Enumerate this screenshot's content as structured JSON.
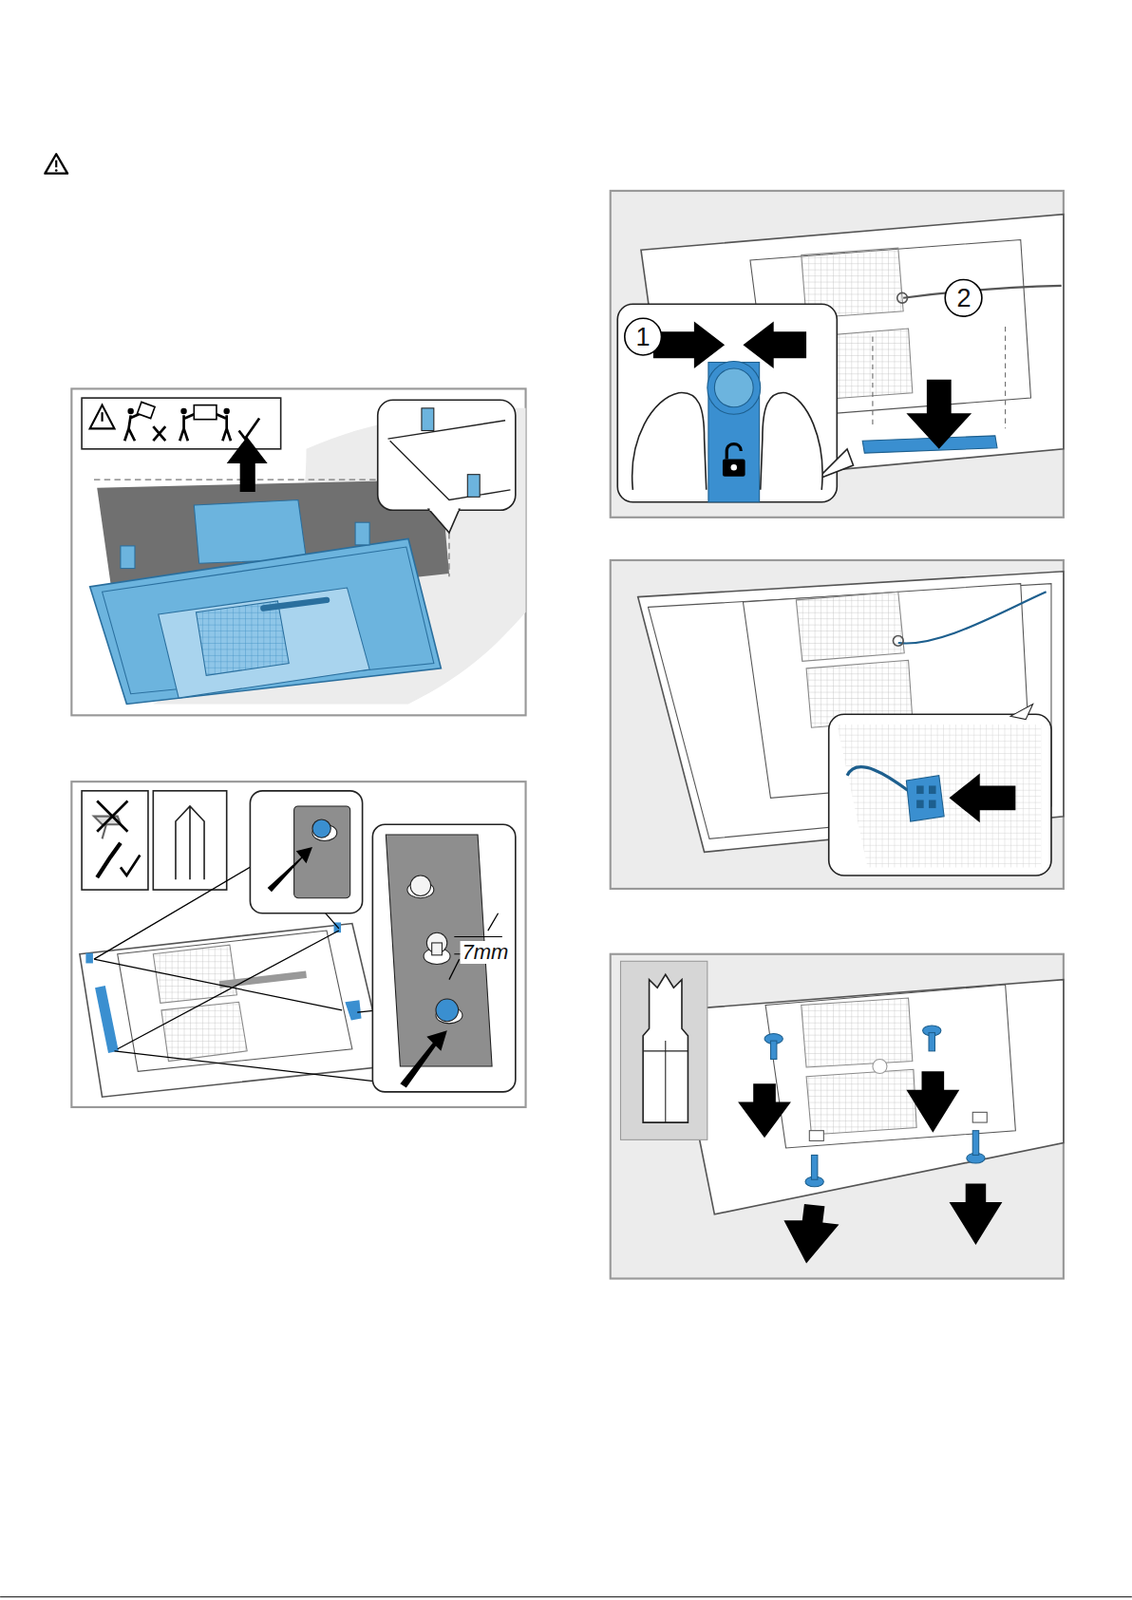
{
  "diagram": {
    "labels": [
      "7mm",
      "1",
      "2"
    ]
  }
}
